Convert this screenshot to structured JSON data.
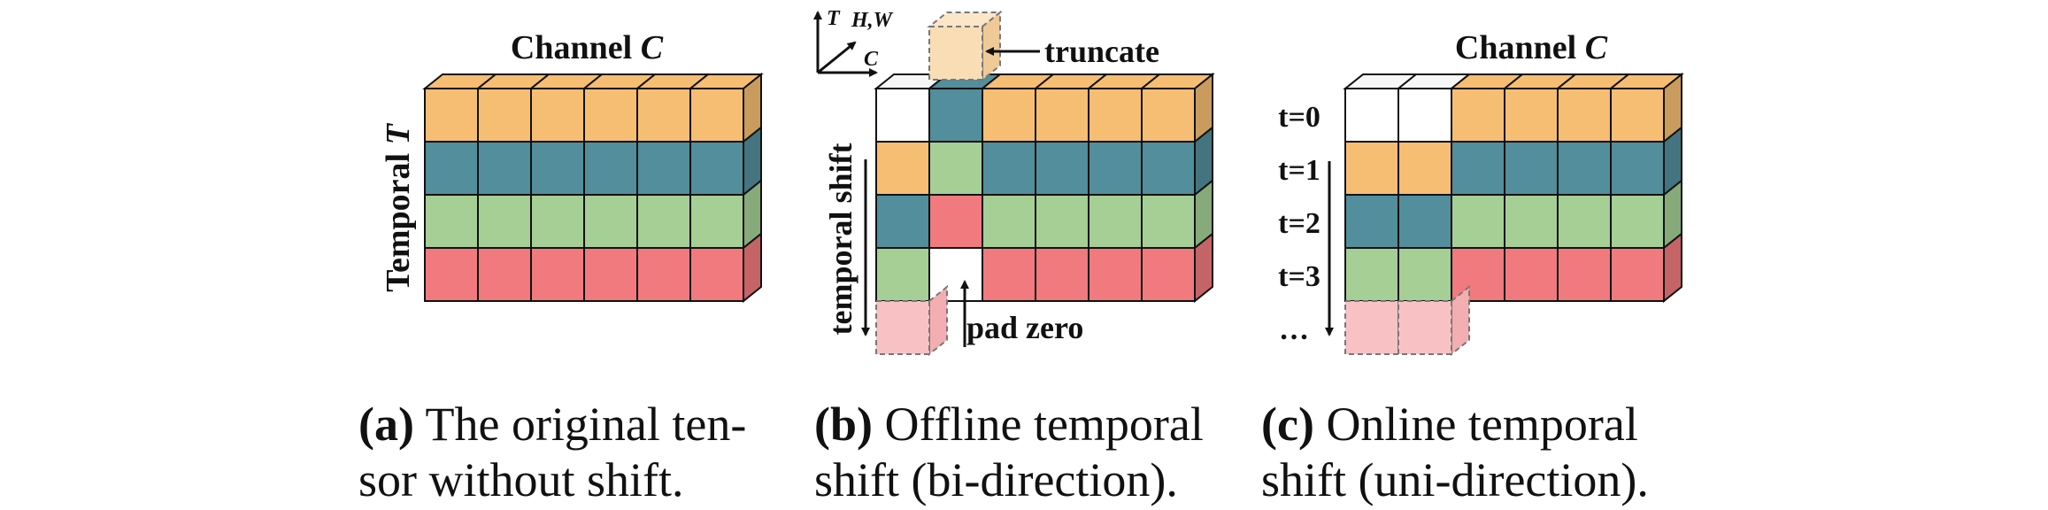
{
  "colors": {
    "orange": "#F5BE73",
    "teal": "#528E9B",
    "green": "#A5CF95",
    "red": "#F07A7E",
    "white": "#FFFFFF",
    "ghost_orange": "#F9DDB4",
    "ghost_red": "#F8C2C5"
  },
  "panel_a": {
    "channel_label": "Channel ",
    "channel_var": "C",
    "temporal_label": "Temporal ",
    "temporal_var": "T",
    "rows": [
      [
        "orange",
        "orange",
        "orange",
        "orange",
        "orange",
        "orange"
      ],
      [
        "teal",
        "teal",
        "teal",
        "teal",
        "teal",
        "teal"
      ],
      [
        "green",
        "green",
        "green",
        "green",
        "green",
        "green"
      ],
      [
        "red",
        "red",
        "red",
        "red",
        "red",
        "red"
      ]
    ],
    "caption_tag": "(a)",
    "caption_line1": " The original ten-",
    "caption_line2": "sor without shift."
  },
  "panel_b": {
    "axis_t": "T",
    "axis_hw": "H,W",
    "axis_c": "C",
    "truncate_label": "truncate",
    "temporal_shift_label": "temporal shift",
    "pad_zero_label": "pad zero",
    "rows": [
      [
        "white",
        "teal",
        "orange",
        "orange",
        "orange",
        "orange"
      ],
      [
        "orange",
        "green",
        "teal",
        "teal",
        "teal",
        "teal"
      ],
      [
        "teal",
        "red",
        "green",
        "green",
        "green",
        "green"
      ],
      [
        "green",
        "white",
        "red",
        "red",
        "red",
        "red"
      ]
    ],
    "caption_tag": "(b)",
    "caption_line1": " Offline temporal",
    "caption_line2": "shift (bi-direction)."
  },
  "panel_c": {
    "channel_label": "Channel ",
    "channel_var": "C",
    "time_labels": [
      "t=0",
      "t=1",
      "t=2",
      "t=3",
      "…"
    ],
    "rows": [
      [
        "white",
        "white",
        "orange",
        "orange",
        "orange",
        "orange"
      ],
      [
        "orange",
        "orange",
        "teal",
        "teal",
        "teal",
        "teal"
      ],
      [
        "teal",
        "teal",
        "green",
        "green",
        "green",
        "green"
      ],
      [
        "green",
        "green",
        "red",
        "red",
        "red",
        "red"
      ]
    ],
    "caption_tag": "(c)",
    "caption_line1": " Online temporal",
    "caption_line2": "shift (uni-direction)."
  }
}
